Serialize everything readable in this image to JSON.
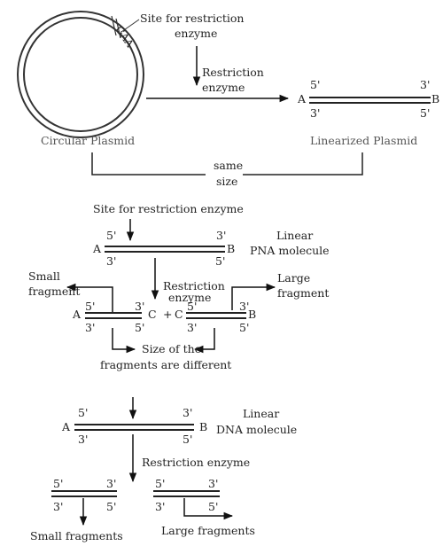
{
  "panel1": {
    "site_label_line1": "Site for restriction",
    "site_label_line2": "enzyme",
    "enzyme_label_line1": "Restriction",
    "enzyme_label_line2": "enzyme",
    "site_mark": "GAA",
    "circular_label": "Circular Plasmid",
    "linear_label": "Linearized Plasmid",
    "end_a": "A",
    "end_b": "B",
    "top_5": "5'",
    "top_3": "3'",
    "bot_3": "3'",
    "bot_5": "5'",
    "same_line1": "same",
    "same_line2": "size"
  },
  "panel2": {
    "site_label": "Site for restriction enzyme",
    "mol_line1": "Linear",
    "mol_line2": "PNA molecule",
    "end_a": "A",
    "end_b": "B",
    "p5": "5'",
    "p3": "3'",
    "small_line1": "Small",
    "small_line2": "fragment",
    "large_line1": "Large",
    "large_line2": "fragment",
    "enzyme_line1": "Restriction",
    "enzyme_line2": "enzyme",
    "end_c": "C",
    "plus": "+",
    "size_line1": "Size of the",
    "size_line2": "fragments are different"
  },
  "panel3": {
    "mol_line1": "Linear",
    "mol_line2": "DNA molecule",
    "end_a": "A",
    "end_b": "B",
    "p5": "5'",
    "p3": "3'",
    "enzyme_label": "Restriction enzyme",
    "small_label": "Small fragments",
    "large_label": "Large fragments"
  }
}
